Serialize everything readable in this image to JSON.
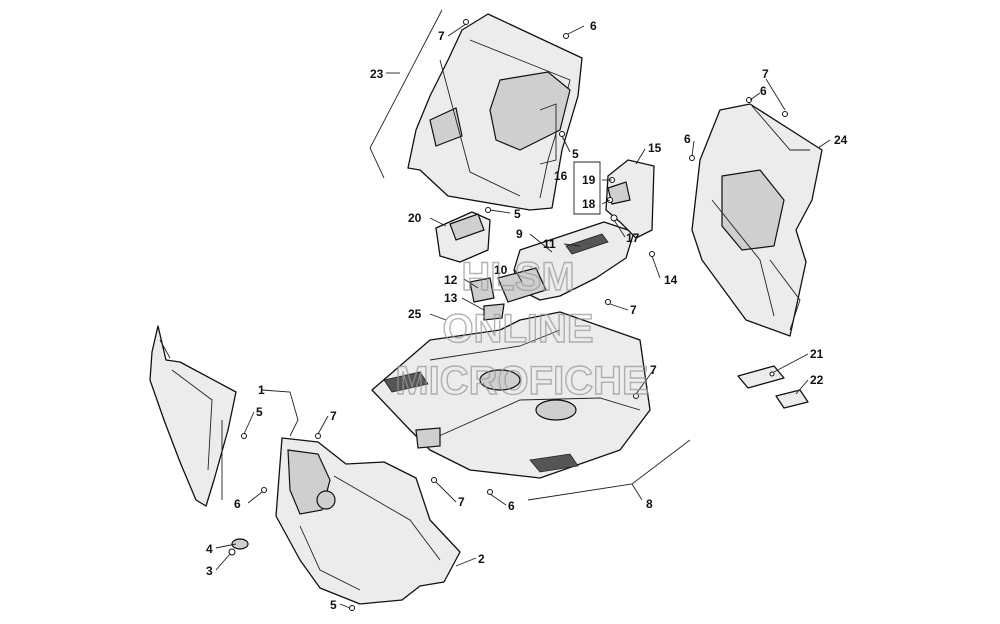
{
  "watermark": {
    "line1": "HLSM",
    "line2": "ONLINE",
    "line3": "MICROFICHE"
  },
  "callouts": {
    "c1": "1",
    "c2": "2",
    "c3": "3",
    "c4": "4",
    "c5a": "5",
    "c5b": "5",
    "c5c": "5",
    "c5d": "5",
    "c6a": "6",
    "c6b": "6",
    "c6c": "6",
    "c6d": "6",
    "c6e": "6",
    "c7a": "7",
    "c7b": "7",
    "c7c": "7",
    "c7d": "7",
    "c7e": "7",
    "c7f": "7",
    "c8": "8",
    "c9": "9",
    "c10": "10",
    "c11": "11",
    "c12": "12",
    "c13": "13",
    "c14": "14",
    "c15": "15",
    "c16": "16",
    "c17": "17",
    "c18": "18",
    "c19": "19",
    "c20": "20",
    "c21": "21",
    "c22": "22",
    "c23": "23",
    "c24": "24",
    "c25": "25"
  }
}
